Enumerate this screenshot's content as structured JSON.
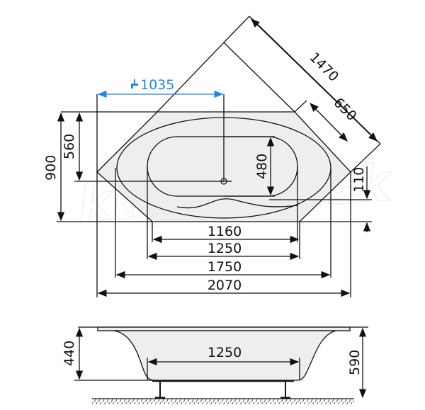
{
  "title": "Corner bathtub dimension drawing",
  "watermark": "kupelne.sk",
  "top_view": {
    "faucet_distance": "1035",
    "diagonal_total": "1470",
    "diagonal_inner": "650",
    "height_total": "900",
    "drain_offset": "560",
    "inner_width": "480",
    "corner_offset": "110",
    "bottom_flat": "1160",
    "basin_length": "1250",
    "rim_length": "1750",
    "total_length": "2070"
  },
  "side_view": {
    "depth": "440",
    "total_height": "590",
    "basin_length": "1250"
  },
  "colors": {
    "line": "#111111",
    "accent": "#1e88e5",
    "fill": "#eeeeee"
  }
}
